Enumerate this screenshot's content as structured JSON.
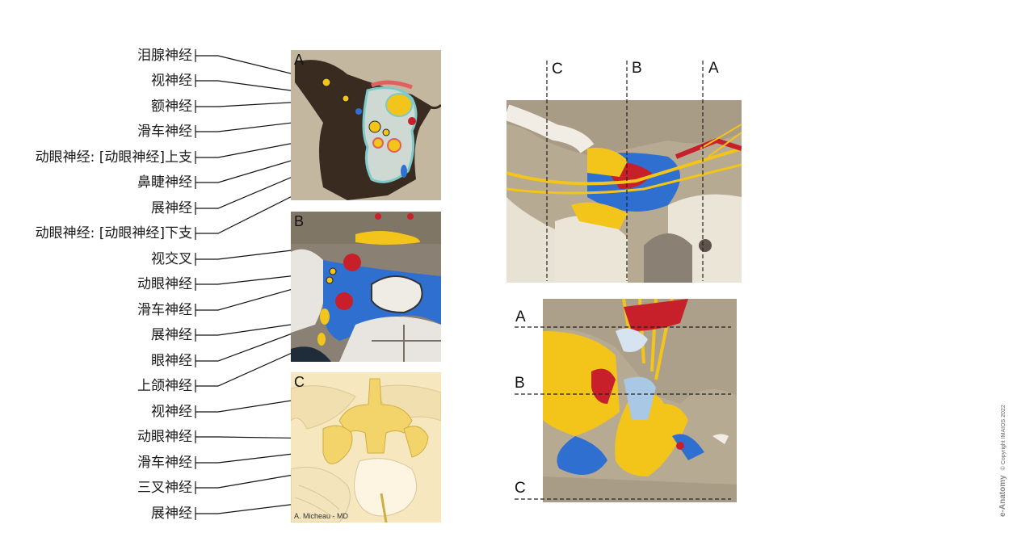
{
  "labels": [
    "泪腺神经",
    "视神经",
    "额神经",
    "滑车神经",
    "动眼神经: [动眼神经]上支",
    "鼻睫神经",
    "展神经",
    "动眼神经: [动眼神经]下支",
    "视交叉",
    "动眼神经",
    "滑车神经",
    "展神经",
    "眼神经",
    "上颌神经",
    "视神经",
    "动眼神经",
    "滑车神经",
    "三叉神经",
    "展神经"
  ],
  "panels": {
    "a": "A",
    "b": "B",
    "c": "C"
  },
  "section_lines": {
    "c": "C",
    "b": "B",
    "a": "A"
  },
  "credit": "A. Micheau - MD",
  "copyright": {
    "brand": "e-Anatomy",
    "notice": "© Copyright IMAIOS 2022"
  },
  "colors": {
    "nerve": "#f3c41a",
    "artery": "#c8202b",
    "venous": "#2f6fd0",
    "bone": "#ebe5d8",
    "tissue": "#b9ab92"
  }
}
